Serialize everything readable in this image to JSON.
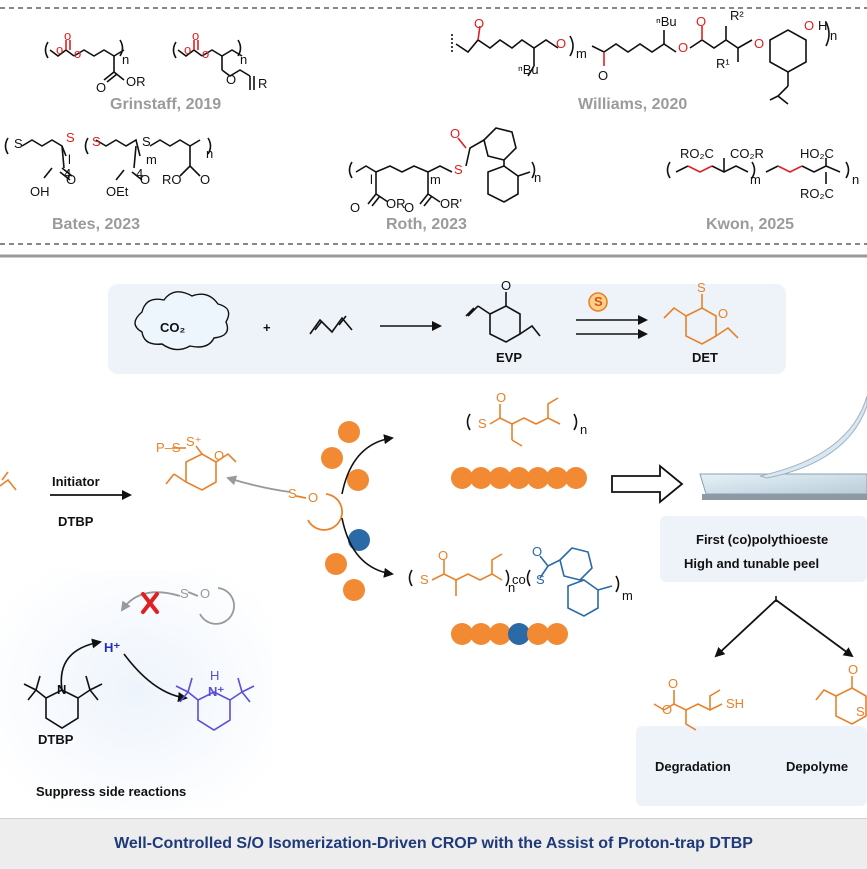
{
  "top_panel": {
    "refs": [
      {
        "label": "Grinstaff, 2019"
      },
      {
        "label": "Williams, 2020"
      },
      {
        "label": "Bates, 2023"
      },
      {
        "label": "Roth, 2023"
      },
      {
        "label": "Kwon, 2025"
      }
    ],
    "grinstaff": {
      "sub_n1": "n",
      "sub_n2": "n",
      "or": "OR",
      "r": "R"
    },
    "williams": {
      "nbu1": "ⁿBu",
      "nbu2": "ⁿBu",
      "sub_m": "m",
      "sub_n": "n",
      "r1": "R¹",
      "r2": "R²",
      "o": "O",
      "h": "H"
    },
    "bates": {
      "s": "S",
      "oh": "OH",
      "oet": "OEt",
      "ro": "RO",
      "sub_l": "l",
      "sub_4a": "4",
      "sub_4b": "4",
      "sub_m": "m",
      "sub_n": "n"
    },
    "roth": {
      "s": "S",
      "or": "OR",
      "ord": "OR'",
      "sub_l": "l",
      "sub_m": "m",
      "sub_n": "n"
    },
    "kwon": {
      "ro2c_a": "RO₂C",
      "co2r": "CO₂R",
      "ho2c": "HO₂C",
      "ro2c_b": "RO₂C",
      "sub_m": "m",
      "sub_n": "n"
    }
  },
  "synthesis": {
    "co2": "CO₂",
    "plus": "+",
    "evp": "EVP",
    "det": "DET",
    "s_badge": "S",
    "o": "O",
    "s": "S"
  },
  "mechanism": {
    "initiator": "Initiator",
    "dtbp": "DTBP",
    "ps": "P–S",
    "s_plus": "S⁺",
    "sub_n1": "n",
    "sub_n2": "n",
    "sub_m": "m",
    "co": "co",
    "s": "S",
    "o": "O"
  },
  "side": {
    "h_plus": "H⁺",
    "n": "N",
    "nh_plus": "N⁺",
    "h": "H",
    "dtbp": "DTBP",
    "caption": "Suppress side reactions"
  },
  "results": {
    "line1": "First (co)polythioeste",
    "line2": "High and tunable peel",
    "degradation": "Degradation",
    "depolymerization": "Depolyme",
    "sh": "SH",
    "o": "O",
    "s": "S"
  },
  "footer": {
    "text": "Well-Controlled S/O Isomerization-Driven CROP with the Assist of Proton-trap DTBP"
  },
  "colors": {
    "orange": "#e8822a",
    "red": "#e02020",
    "blue": "#2b6aa6",
    "purple": "#5a4fd6",
    "grey_text": "#9b9b9b",
    "footer_text": "#1f3a7a"
  }
}
